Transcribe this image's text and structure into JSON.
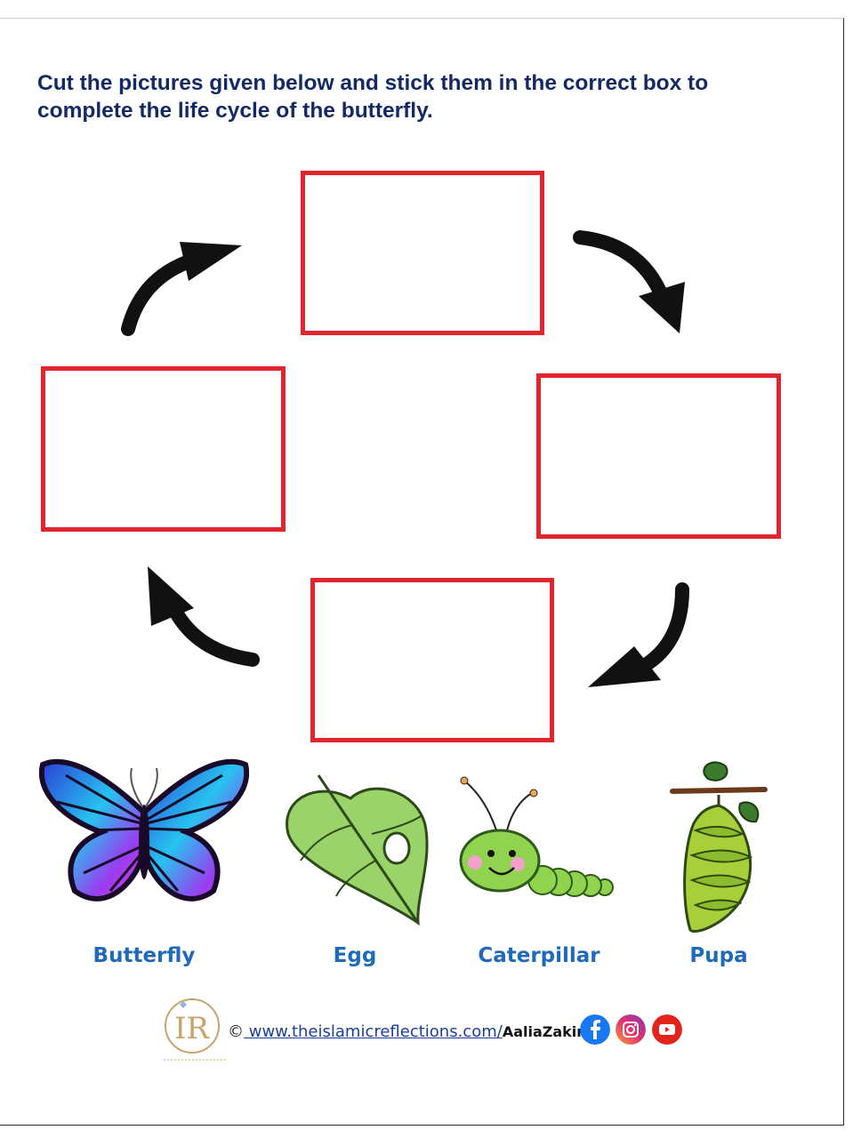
{
  "instructions": {
    "line1": "Cut the pictures given below and stick them in the correct box to",
    "line2": "complete the life cycle of the butterfly."
  },
  "pictures": [
    {
      "label": "Butterfly",
      "icon": "butterfly-icon"
    },
    {
      "label": "Egg",
      "icon": "leaf-with-egg-icon"
    },
    {
      "label": "Caterpillar",
      "icon": "caterpillar-icon"
    },
    {
      "label": "Pupa",
      "icon": "chrysalis-icon"
    }
  ],
  "footer": {
    "copyright": "©",
    "url": " www.theislamicreflections.com/",
    "author": "AaliaZakir",
    "logo_letters": "IR",
    "social": [
      "facebook-icon",
      "instagram-icon",
      "youtube-icon"
    ]
  },
  "colors": {
    "instruction_text": "#142a63",
    "box_border": "#e0262c",
    "label_text": "#1f6bb8"
  }
}
